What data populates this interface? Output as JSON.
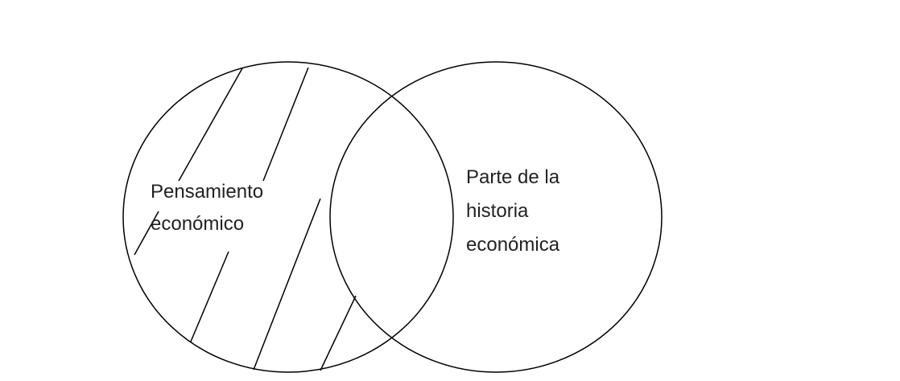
{
  "diagram": {
    "left_set": {
      "label_lines": [
        "Pensamiento",
        "económico"
      ],
      "hatched": true
    },
    "right_set": {
      "label_lines": [
        "Parte de la",
        "historia",
        "económica"
      ],
      "hatched": false
    },
    "stroke_color": "#000000"
  }
}
